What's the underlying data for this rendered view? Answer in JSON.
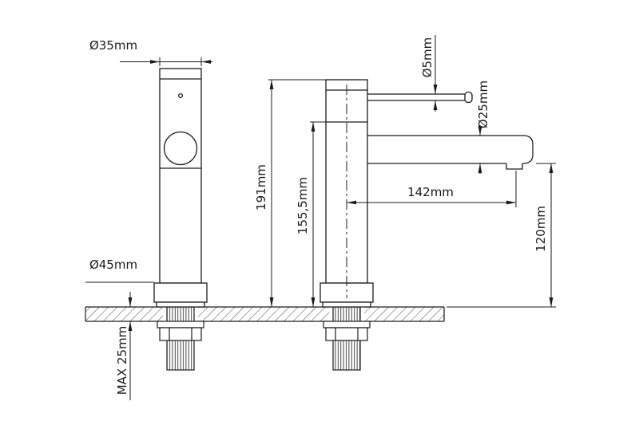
{
  "labels": {
    "top_diameter": "Ø35mm",
    "base_diameter": "Ø45mm",
    "overall_height": "191mm",
    "height_to_body_top": "155,5mm",
    "handle_rod_diameter": "Ø5mm",
    "spout_tube_diameter": "Ø25mm",
    "spout_reach": "142mm",
    "spout_clearance_height": "120mm",
    "max_mounting_thickness": "MAX 25mm"
  }
}
